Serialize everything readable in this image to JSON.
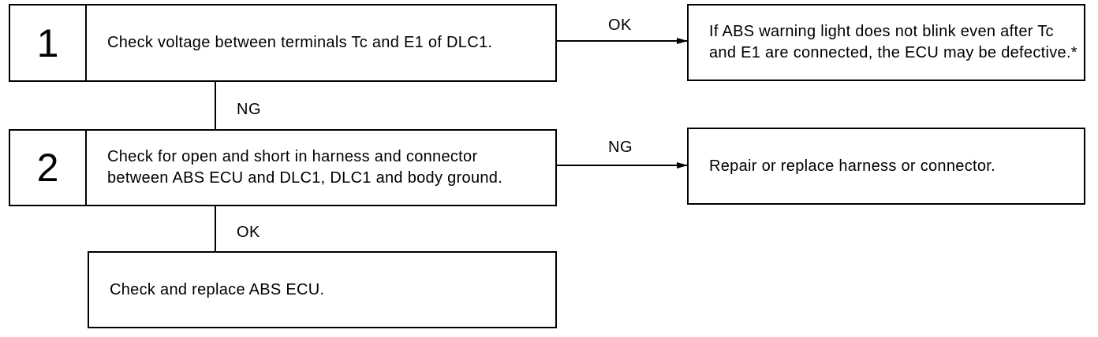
{
  "steps": [
    {
      "number": "1",
      "text": "Check voltage between terminals Tc and E1 of DLC1."
    },
    {
      "number": "2",
      "text": "Check for open and short in harness and connector between ABS ECU and DLC1, DLC1 and body ground."
    }
  ],
  "results": {
    "step1_ok": "If ABS warning light does not blink even after Tc and E1 are connected, the ECU may be defective.*",
    "step2_ng": "Repair or replace harness or connector.",
    "final": "Check and replace ABS ECU."
  },
  "labels": {
    "step1_right": "OK",
    "step1_down": "NG",
    "step2_right": "NG",
    "step2_down": "OK"
  }
}
